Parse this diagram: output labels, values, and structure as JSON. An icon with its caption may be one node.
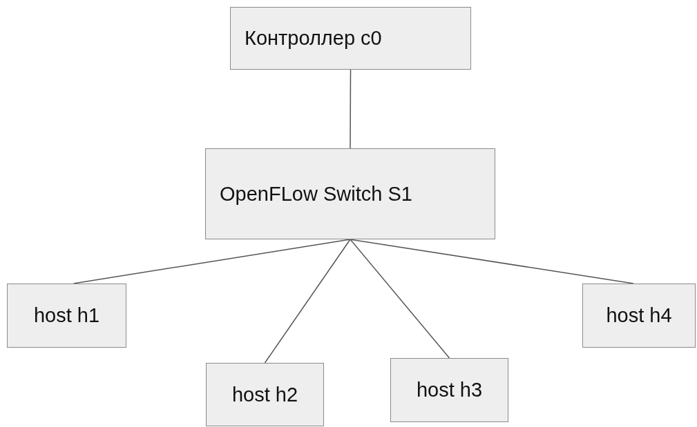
{
  "diagram": {
    "nodes": [
      {
        "text": [
          "Контроллер c0"
        ]
      },
      {
        "text": [
          "OpenFLow Switch S1"
        ]
      },
      {
        "text": [
          "host h1"
        ]
      },
      {
        "text": [
          "host h2"
        ]
      },
      {
        "text": [
          "host h3"
        ]
      },
      {
        "text": [
          "host h4"
        ]
      }
    ],
    "edges": [
      {
        "from": 0,
        "to": 1,
        "arrow": "none"
      },
      {
        "from": 1,
        "to": 2,
        "arrow": "none"
      },
      {
        "from": 1,
        "to": 3,
        "arrow": "none"
      },
      {
        "from": 1,
        "to": 4,
        "arrow": "none"
      },
      {
        "from": 1,
        "to": 5,
        "arrow": "none"
      }
    ]
  }
}
